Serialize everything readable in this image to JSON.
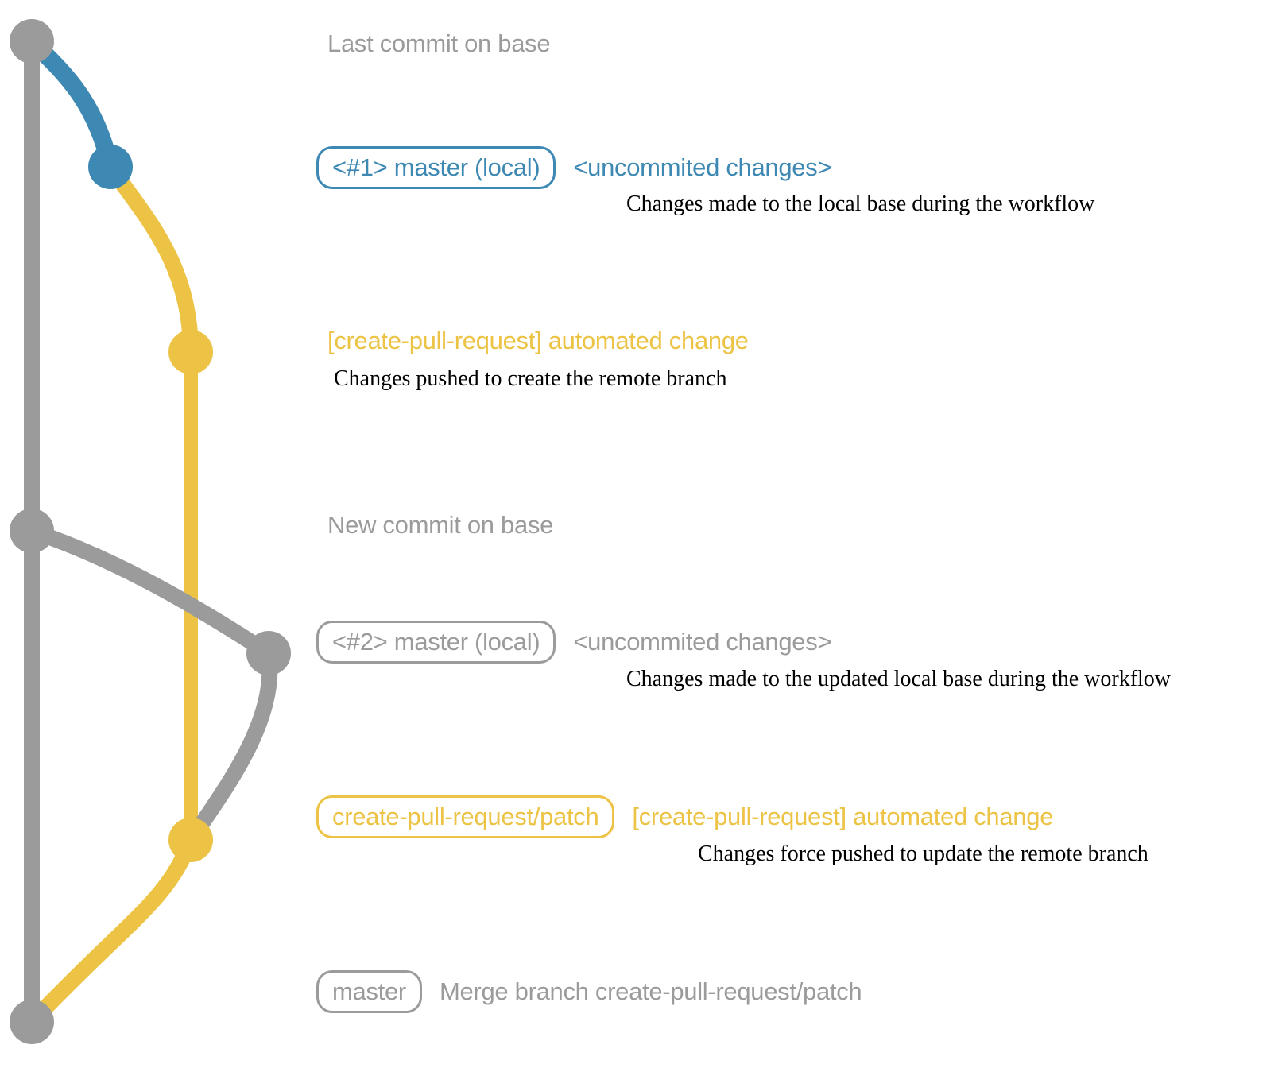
{
  "colors": {
    "gray": "#9b9b9b",
    "blue": "#3e89b3",
    "yellow": "#ecc344",
    "note": "#000000"
  },
  "rows": [
    {
      "message": "Last commit on base"
    },
    {
      "badge": "<#1> master (local)",
      "message": "<uncommited changes>",
      "note": "Changes made to the local base during the workflow"
    },
    {
      "message": "[create-pull-request] automated change",
      "note": "Changes pushed to create the remote branch"
    },
    {
      "message": "New commit on base"
    },
    {
      "badge": "<#2> master (local)",
      "message": "<uncommited changes>",
      "note": "Changes made to the updated local base during the workflow"
    },
    {
      "badge": "create-pull-request/patch",
      "message": "[create-pull-request] automated change",
      "note": "Changes force pushed to update the remote branch"
    },
    {
      "badge": "master",
      "message": "Merge branch create-pull-request/patch"
    }
  ]
}
